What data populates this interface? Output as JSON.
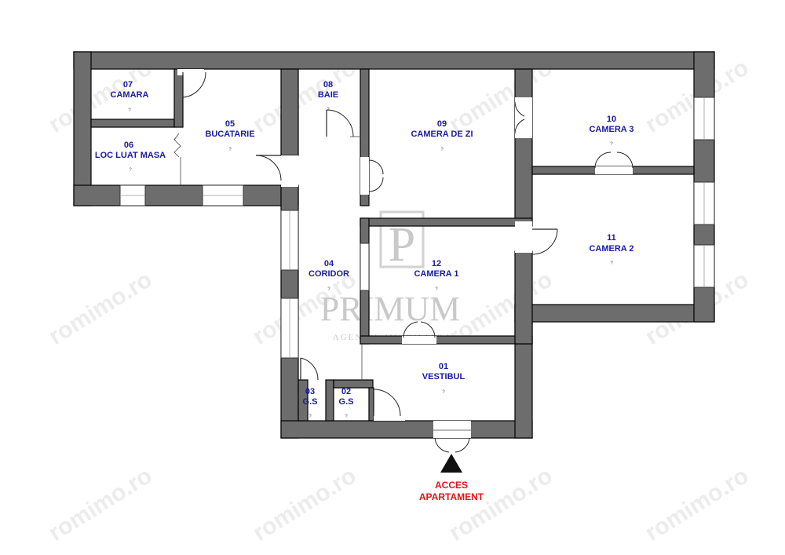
{
  "watermark": {
    "text": "romimo.ro"
  },
  "logo": {
    "name": "PRIMUM",
    "tagline": "AGENTIE IMOBILIARA",
    "monogram": "P"
  },
  "rooms": [
    {
      "number": "07",
      "name": "CAMARA",
      "area": "?"
    },
    {
      "number": "06",
      "name": "LOC LUAT MASA",
      "area": "?"
    },
    {
      "number": "05",
      "name": "BUCATARIE",
      "area": "?"
    },
    {
      "number": "08",
      "name": "BAIE",
      "area": "?"
    },
    {
      "number": "09",
      "name": "CAMERA DE ZI",
      "area": "?"
    },
    {
      "number": "10",
      "name": "CAMERA 3",
      "area": "?"
    },
    {
      "number": "11",
      "name": "CAMERA 2",
      "area": "?"
    },
    {
      "number": "12",
      "name": "CAMERA 1",
      "area": "?"
    },
    {
      "number": "04",
      "name": "CORIDOR",
      "area": "?"
    },
    {
      "number": "01",
      "name": "VESTIBUL",
      "area": "?"
    },
    {
      "number": "03",
      "name": "G.S",
      "area": "?"
    },
    {
      "number": "02",
      "name": "G.S",
      "area": "?"
    }
  ],
  "entrance": {
    "line1": "ACCES",
    "line2": "APARTAMENT",
    "color": "#e01515"
  },
  "colors": {
    "wall": "#6d6d6d",
    "label": "#1a1aa6"
  }
}
